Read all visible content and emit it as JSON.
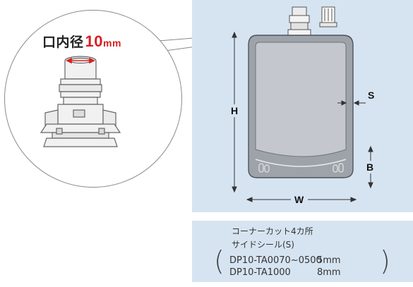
{
  "detail": {
    "label_prefix": "口内径",
    "label_number": "10",
    "label_unit": "mm"
  },
  "dimensions": {
    "height": "H",
    "width": "W",
    "spout_gap": "S",
    "bottom": "B"
  },
  "info": {
    "line1": "コーナーカット4カ所",
    "line2": "サイドシール(S)",
    "paren_left": "(",
    "paren_right": ")",
    "models": [
      {
        "model": "DP10-TA0070~0500",
        "size": "5mm"
      },
      {
        "model": "DP10-TA1000",
        "size": "8mm"
      }
    ]
  },
  "colors": {
    "panel": "#d6e4f2",
    "accent_red": "#d81e23",
    "pouch_fill": "#c2c6cc",
    "pouch_border": "#5a5e66"
  }
}
